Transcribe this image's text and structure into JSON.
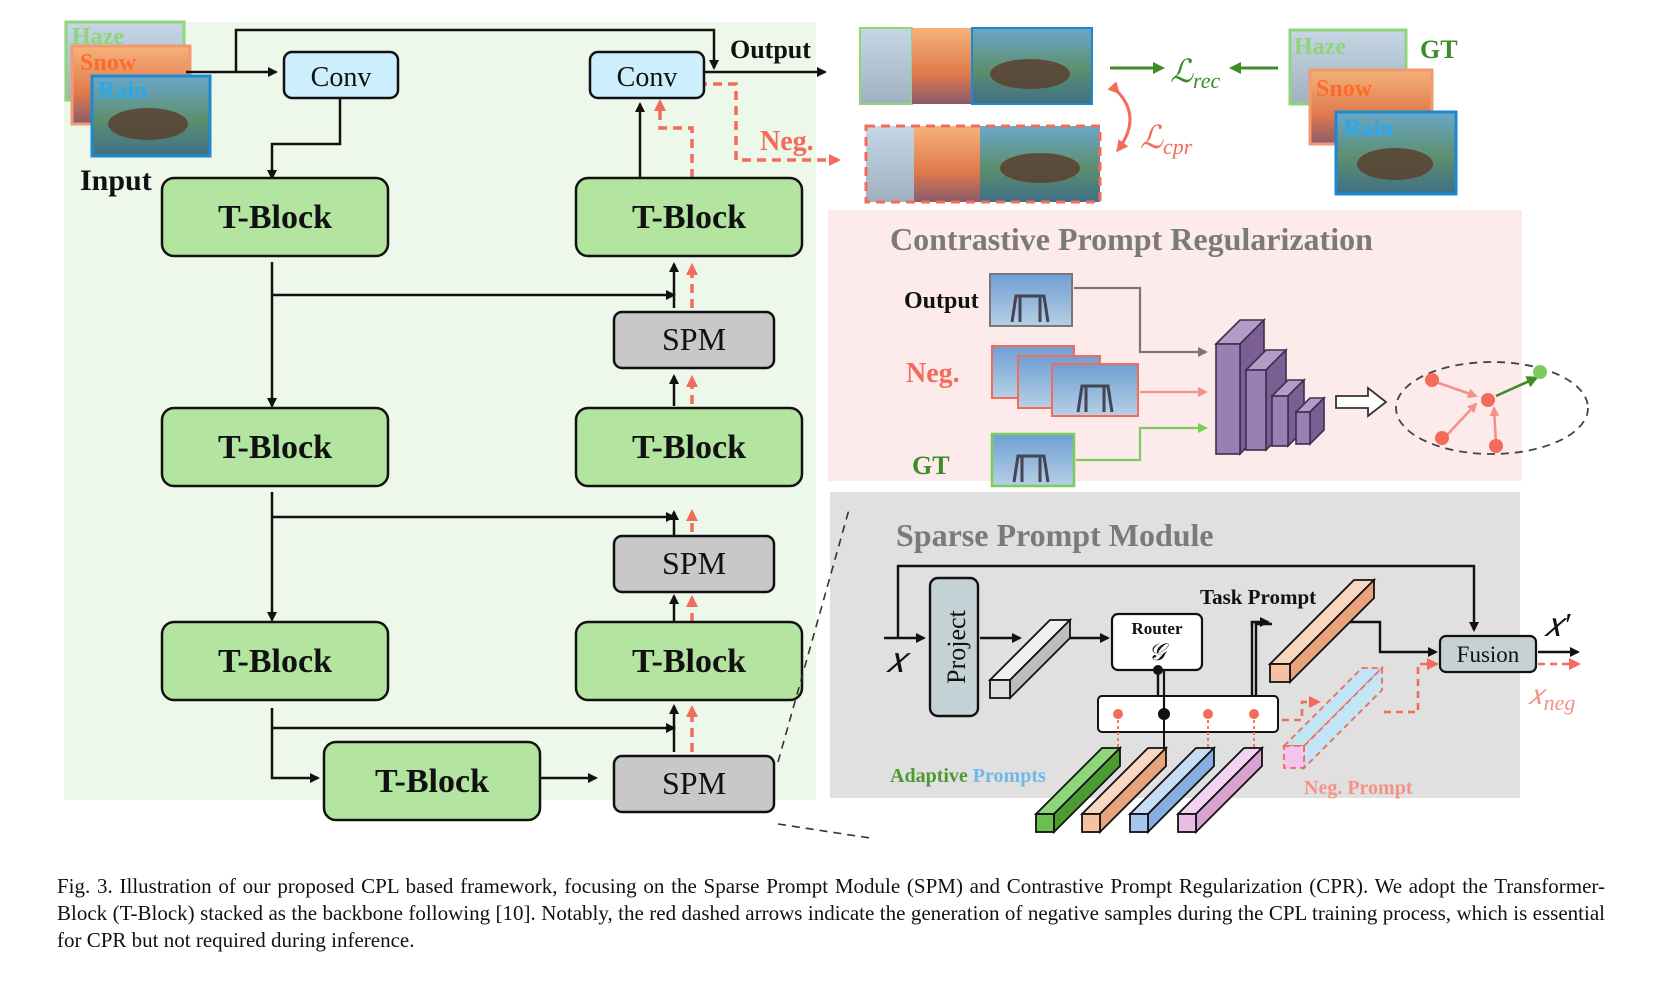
{
  "diagram": {
    "input_label": "Input",
    "output_label": "Output",
    "conv_label": "Conv",
    "tblock_label": "T-Block",
    "spm_label": "SPM",
    "neg_label": "Neg.",
    "gt_label": "GT",
    "loss_rec": "ℒrec",
    "loss_cpr": "ℒcpr",
    "degradations": [
      "Haze",
      "Snow",
      "Rain"
    ],
    "cpr": {
      "title": "Contrastive Prompt Regularization",
      "output_label": "Output",
      "neg_label": "Neg.",
      "gt_label": "GT"
    },
    "spm": {
      "title": "Sparse Prompt Module",
      "input_symbol": "𝑥",
      "project_label": "Project",
      "router_label": "Router",
      "router_symbol": "𝒢",
      "task_prompt_label": "Task Prompt",
      "fusion_label": "Fusion",
      "output_symbol": "𝑥′",
      "neg_output_symbol": "𝑥neg",
      "adaptive_prompts_word1": "Adaptive",
      "adaptive_prompts_word2": "Prompts",
      "neg_prompt_label": "Neg. Prompt"
    },
    "colors": {
      "tblock_fill": "#b3e5a0",
      "conv_fill": "#cdeefc",
      "spm_fill": "#c8c8c8",
      "neg_red": "#f26b5b",
      "gt_green": "#3c8c2a",
      "cpr_bg": "#fdeaea",
      "spm_bg": "#e0e0e0",
      "backbone_bg": "#eef8ea"
    }
  },
  "caption": "Fig. 3.  Illustration of our proposed CPL based framework, focusing on the Sparse Prompt Module (SPM) and Contrastive Prompt Regularization (CPR). We adopt the Transformer-Block (T-Block) stacked as the backbone following [10]. Notably, the red dashed arrows indicate the generation of negative samples during the CPL training process, which is essential for CPR but not required during inference."
}
